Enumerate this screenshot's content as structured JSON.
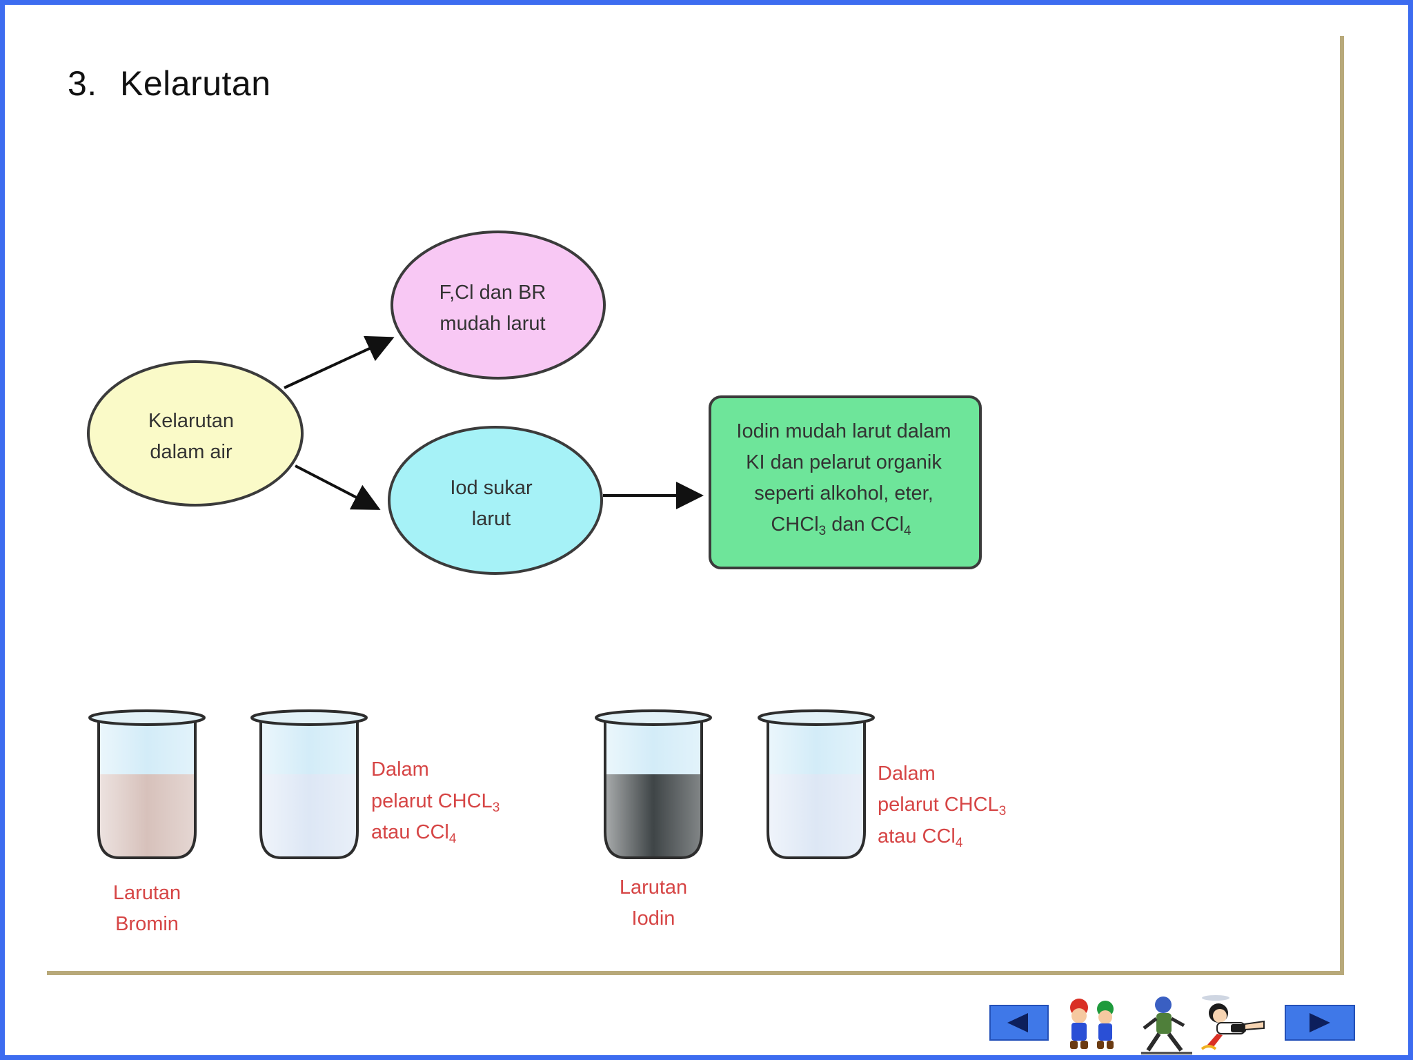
{
  "title": {
    "number": "3.",
    "text": "Kelarutan"
  },
  "diagram": {
    "nodes": {
      "water": {
        "lines": [
          "Kelarutan",
          "dalam air"
        ],
        "fill": "#fafac8"
      },
      "fclbr": {
        "lines": [
          "F,Cl dan BR",
          "mudah larut"
        ],
        "fill": "#f8c8f4"
      },
      "iod": {
        "lines": [
          "Iod sukar",
          "larut"
        ],
        "fill": "#a6f2f7"
      },
      "iodine_box": {
        "lines": [
          "Iodin mudah larut dalam",
          "KI dan pelarut organik",
          "seperti alkohol, eter,"
        ],
        "last_line": {
          "a": "CHCl",
          "a_sub": "3",
          "b": " dan CCl",
          "b_sub": "4"
        },
        "fill": "#6ee59a"
      }
    }
  },
  "beakers": [
    {
      "id": "bromin",
      "liquid": "#d7c1bb",
      "caption": [
        "Larutan",
        "Bromin"
      ]
    },
    {
      "id": "bromin_solvent",
      "liquid": "#dde7f5",
      "caption": []
    },
    {
      "id": "iodin",
      "liquid": "#3f4547",
      "caption": [
        "Larutan",
        "Iodin"
      ]
    },
    {
      "id": "iodin_solvent",
      "liquid": "#dde7f5",
      "caption": []
    }
  ],
  "solvent_labels": [
    {
      "line1": "Dalam",
      "line2": "pelarut CHCL",
      "line2_sub": "3",
      "line3": "atau CCl",
      "line3_sub": "4"
    },
    {
      "line1": "Dalam",
      "line2": "pelarut CHCL",
      "line2_sub": "3",
      "line3": "atau CCl",
      "line3_sub": "4"
    }
  ],
  "navigation": {
    "prev_icon": "left-arrow-icon",
    "next_icon": "right-arrow-icon"
  },
  "colors": {
    "frame": "#3d6cf0",
    "panel_border": "#b8a97a",
    "caption_red": "#d64545",
    "nav_blue": "#3f78e8"
  }
}
